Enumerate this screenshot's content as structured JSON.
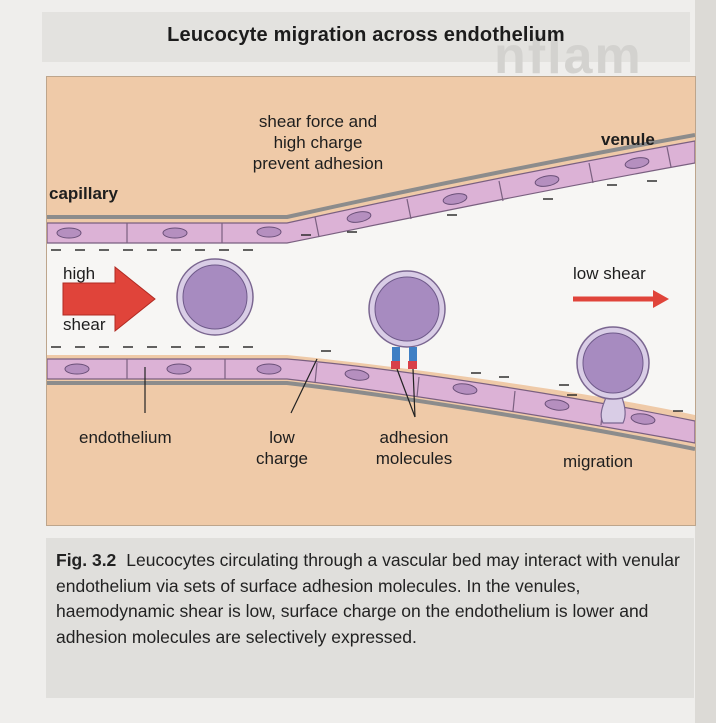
{
  "title": "Leucocyte migration across endothelium",
  "ghost_heading": "nflam",
  "labels": {
    "shear_force_line1": "shear force and",
    "shear_force_line2": "high charge",
    "shear_force_line3": "prevent adhesion",
    "venule": "venule",
    "capillary": "capillary",
    "high": "high",
    "shear": "shear",
    "low_shear": "low shear",
    "endothelium": "endothelium",
    "low_charge_line1": "low",
    "low_charge_line2": "charge",
    "adhesion_line1": "adhesion",
    "adhesion_line2": "molecules",
    "migration": "migration"
  },
  "caption": {
    "fig_number": "Fig. 3.2",
    "text": "Leucocytes circulating through a vascular bed may interact with venular endothelium via sets of surface adhesion molecules. In the venules, haemodynamic shear is low, surface charge on the endothelium is lower and adhesion molecules are selectively expressed."
  },
  "colors": {
    "tissue": "#efcaa8",
    "lumen": "#f7f6f4",
    "endothelial_cell": "#dcb2d6",
    "nucleus": "#b58fbf",
    "leucocyte": "#a78bc0",
    "arrow": "#e0443a",
    "adhesion_blue": "#3f7fc4",
    "adhesion_red": "#d8404a"
  }
}
